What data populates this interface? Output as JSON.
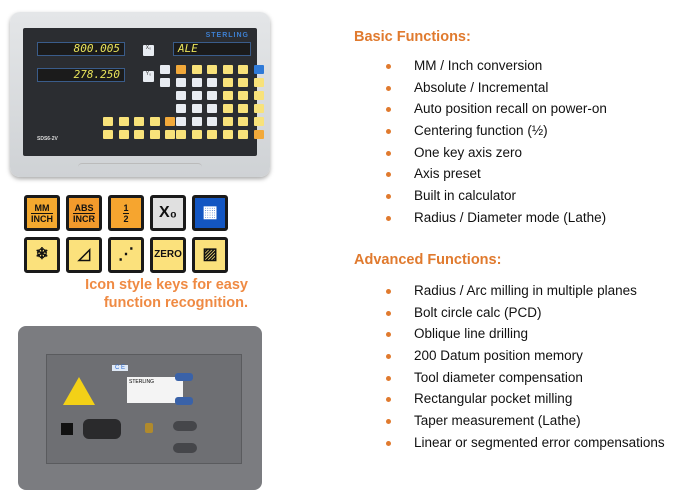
{
  "front_panel": {
    "brand": "STERLING",
    "x_display": "800.005",
    "y_display": "278.250",
    "message_display": "ALE",
    "model": "SDS6-2V",
    "x_key": "X₀",
    "y_key": "Y₀"
  },
  "icon_keys": [
    {
      "name": "mm-inch",
      "top": "MM",
      "bottom": "INCH",
      "color": "#f4a92f"
    },
    {
      "name": "abs-incr",
      "top": "ABS",
      "bottom": "INCR",
      "color": "#f29a2c"
    },
    {
      "name": "half",
      "top": "1",
      "bottom": "2",
      "color": "#f6a52f"
    },
    {
      "name": "x-zero",
      "label": "X₀",
      "color": "#e0e0e0"
    },
    {
      "name": "calculator",
      "label": "▦",
      "color": "#1356c2"
    },
    {
      "name": "bolt-circle",
      "label": "❄",
      "color": "#fbe17c"
    },
    {
      "name": "arc",
      "label": "◿",
      "color": "#fbe17c"
    },
    {
      "name": "oblique-line",
      "label": "⋰",
      "color": "#fbe17c"
    },
    {
      "name": "zero",
      "label": "ZERO",
      "color": "#fbe17c"
    },
    {
      "name": "taper",
      "label": "▨",
      "color": "#fbe17c"
    }
  ],
  "caption": [
    "Icon style keys for easy",
    "function recognition."
  ],
  "back_panel": {
    "brand": "STERLING",
    "ce": "C E"
  },
  "basic": {
    "title": "Basic Functions:",
    "items": [
      "MM / Inch conversion",
      "Absolute / Incremental",
      "Auto position recall on power-on",
      "Centering function (½)",
      "One key axis zero",
      "Axis preset",
      "Built in calculator",
      "Radius / Diameter mode (Lathe)"
    ]
  },
  "advanced": {
    "title": "Advanced Functions:",
    "items": [
      "Radius / Arc milling in multiple planes",
      "Bolt circle calc (PCD)",
      "Oblique line drilling",
      "200 Datum position memory",
      "Tool diameter compensation",
      "Rectangular pocket milling",
      "Taper measurement (Lathe)",
      "Linear or segmented error compensations"
    ]
  },
  "colors": {
    "accent": "#e07a2e",
    "caption": "#ef8a43"
  }
}
